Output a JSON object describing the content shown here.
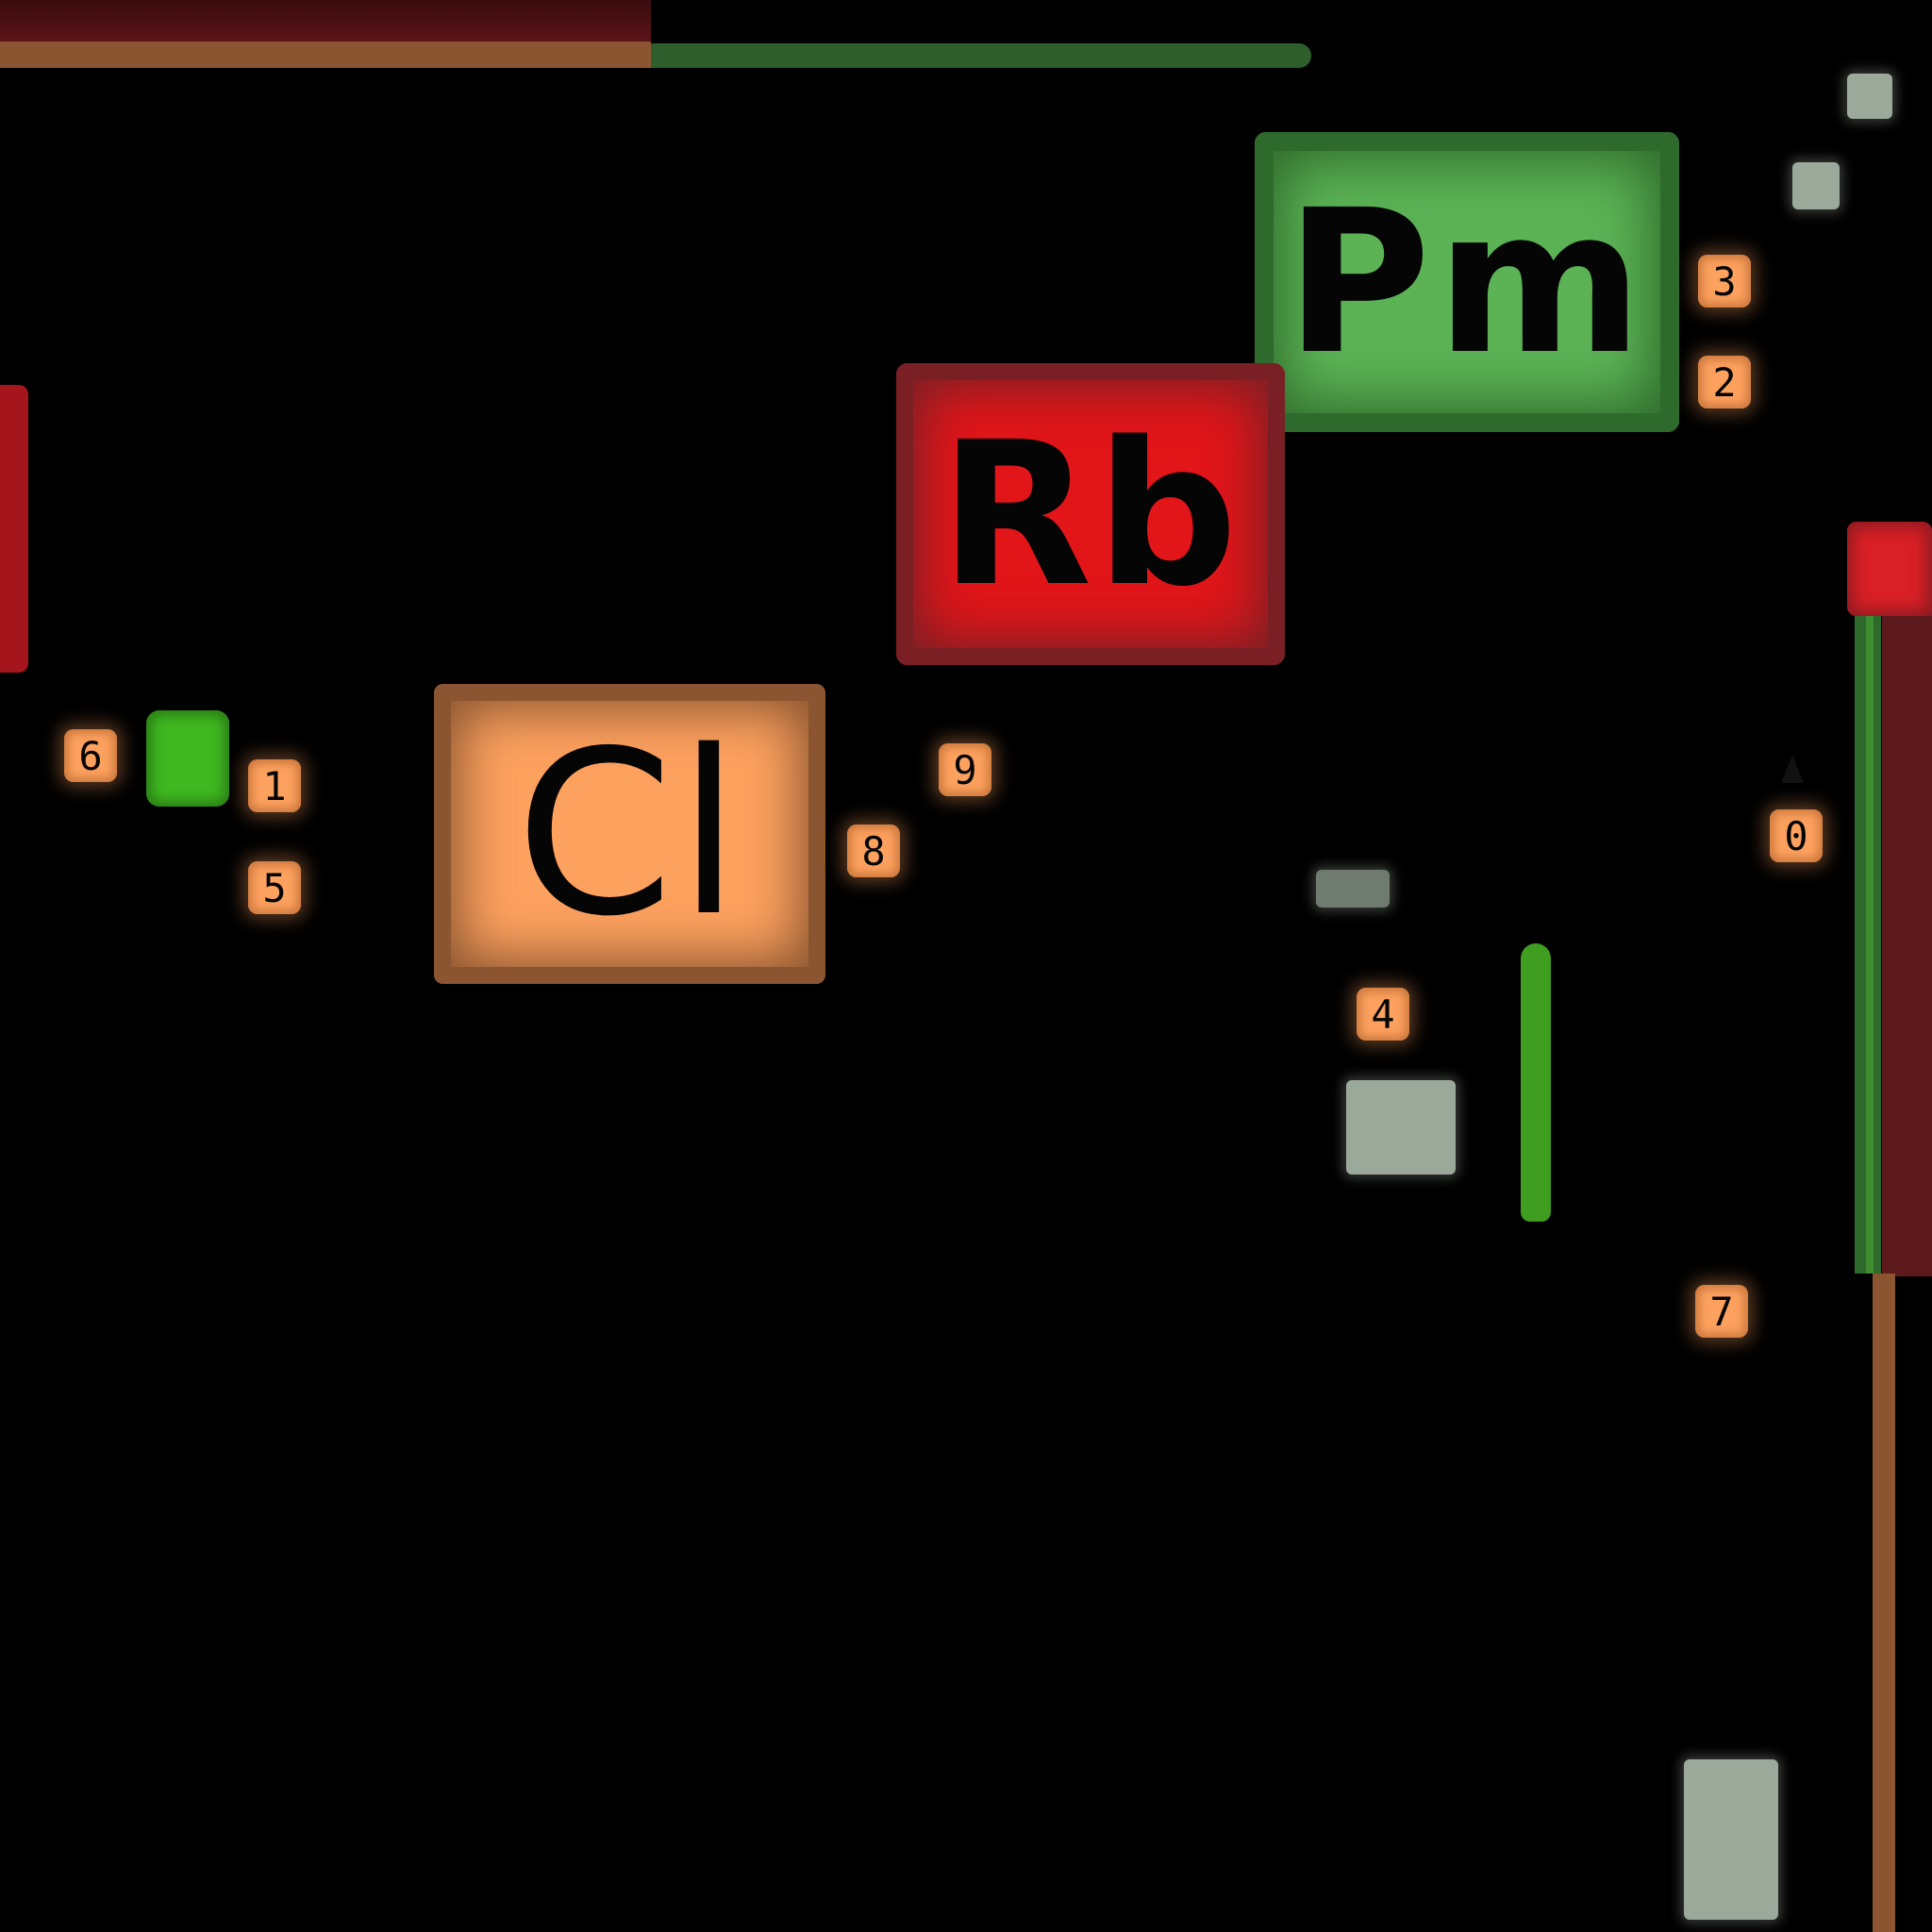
{
  "tiles": {
    "pm": {
      "symbol": "Pm",
      "color": "#5cb356"
    },
    "rb": {
      "symbol": "Rb",
      "color": "#e21519"
    },
    "cl": {
      "symbol": "Cl",
      "color": "#fda15f"
    }
  },
  "badges": {
    "b0": "0",
    "b1": "1",
    "b2": "2",
    "b3": "3",
    "b4": "4",
    "b5": "5",
    "b6": "6",
    "b7": "7",
    "b8": "8",
    "b9": "9"
  },
  "palette": {
    "green": "#2e6a2b",
    "red": "#a4151c",
    "orange": "#8a5530",
    "grey": "#9ba99b",
    "background": "#000000"
  }
}
